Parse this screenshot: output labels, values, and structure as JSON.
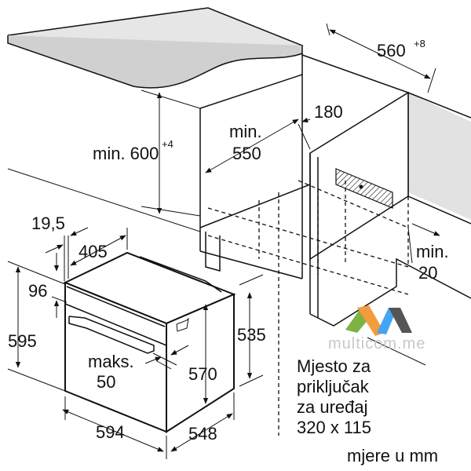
{
  "dimensions": {
    "cabinet_width": "560",
    "cabinet_width_tolerance": "+8",
    "niche_height": "min. 600",
    "niche_height_tolerance": "+4",
    "niche_depth_label": "min.",
    "niche_depth_value": "550",
    "rear_gap": "180",
    "side_gap_label": "min.",
    "side_gap_value": "20",
    "front_offset": "19,5",
    "top_depth": "405",
    "panel_height": "96",
    "oven_height": "595",
    "door_gap_label": "maks.",
    "door_gap_value": "50",
    "body_height": "570",
    "side_height": "535",
    "oven_width": "594",
    "oven_depth": "548"
  },
  "connection_note": [
    "Mjesto za",
    "priključak",
    "za uređaj",
    "320 x 115"
  ],
  "units_note": "mjere u mm",
  "watermark": "multicom.me"
}
